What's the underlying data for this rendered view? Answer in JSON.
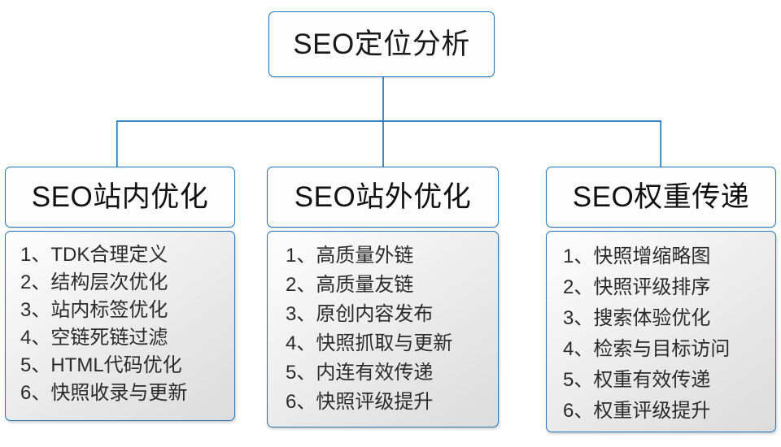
{
  "diagram": {
    "root": {
      "label": "SEO定位分析"
    },
    "connector_color": "#1f77bd",
    "branches": [
      {
        "title": "SEO站内优化",
        "items": [
          "1、TDK合理定义",
          "2、结构层次优化",
          "3、站内标签优化",
          "4、空链死链过滤",
          "5、HTML代码优化",
          "6、快照收录与更新"
        ]
      },
      {
        "title": "SEO站外优化",
        "items": [
          "1、高质量外链",
          "2、高质量友链",
          "3、原创内容发布",
          "4、快照抓取与更新",
          "5、内连有效传递",
          "6、快照评级提升"
        ]
      },
      {
        "title": "SEO权重传递",
        "items": [
          "1、快照增缩略图",
          "2、快照评级排序",
          "3、搜索体验优化",
          "4、检索与目标访问",
          "5、权重有效传递",
          "6、权重评级提升"
        ]
      }
    ]
  }
}
